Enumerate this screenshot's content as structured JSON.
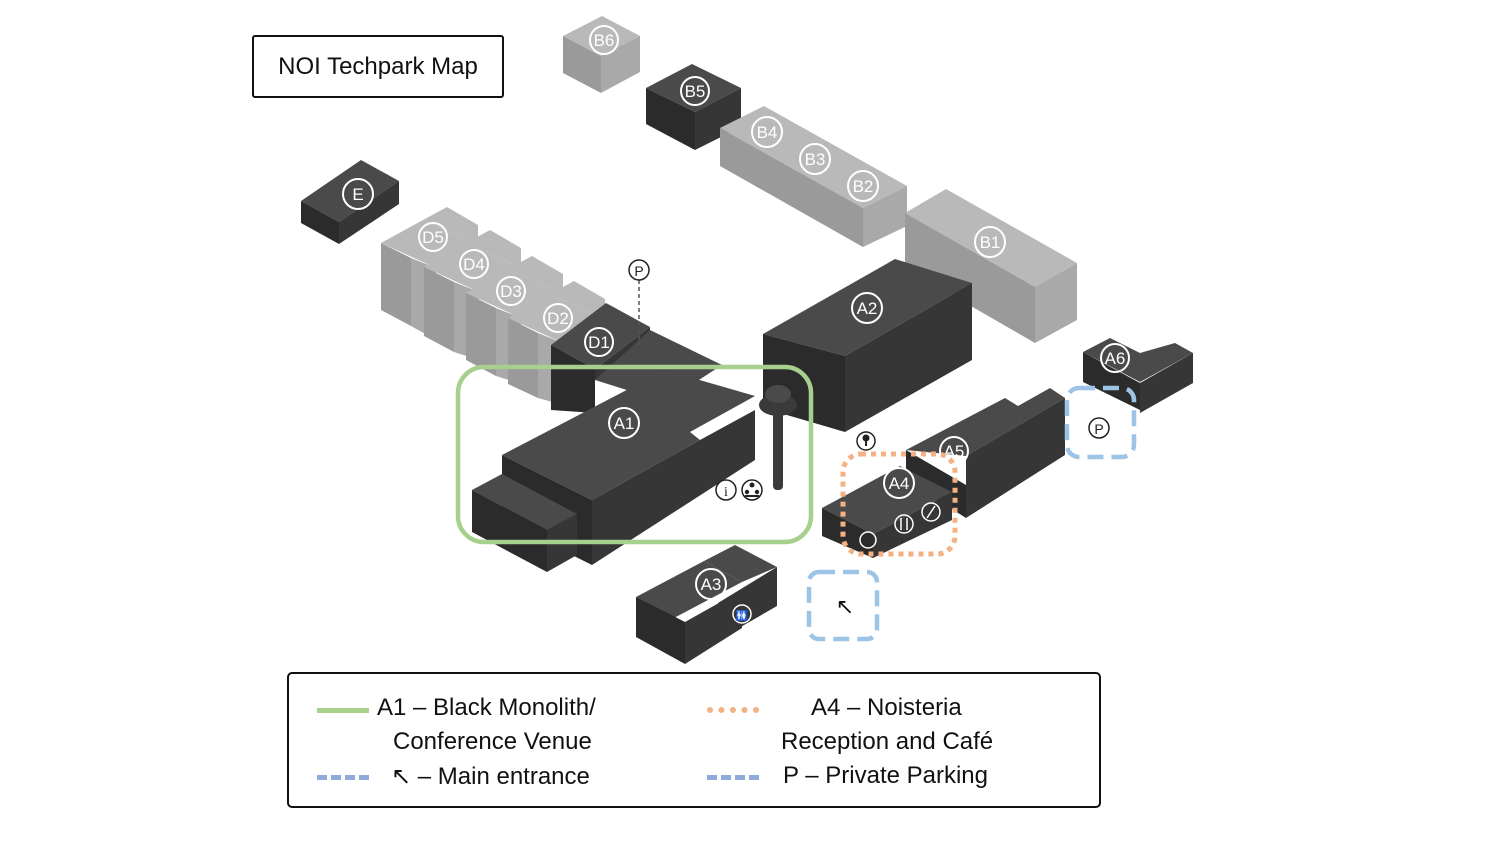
{
  "title": "NOI Techpark Map",
  "buildings": {
    "E": "E",
    "D1": "D1",
    "D2": "D2",
    "D3": "D3",
    "D4": "D4",
    "D5": "D5",
    "B1": "B1",
    "B2": "B2",
    "B3": "B3",
    "B4": "B4",
    "B5": "B5",
    "B6": "B6",
    "A1": "A1",
    "A2": "A2",
    "A3": "A3",
    "A4": "A4",
    "A5": "A5",
    "A6": "A6"
  },
  "map_icons": {
    "parking_marker": "P",
    "parking_marker_a6": "P",
    "entrance_arrow": "↖"
  },
  "colors": {
    "building_dark": "#3b3b3b",
    "building_light": "#a7a7a7",
    "conference_highlight": "#a8d08d",
    "noisteria_highlight": "#f4b183",
    "entrance_highlight": "#9dc3e6",
    "parking_highlight": "#9dc3e6",
    "legend_blue": "#8faadc"
  },
  "legend": {
    "item1_line1": "A1 – Black Monolith/",
    "item1_line2": "Conference Venue",
    "item2_line1": "A4 – Noisteria",
    "item2_line2": "Reception and Café",
    "item3": "↖ – Main entrance",
    "item4": "P  – Private Parking"
  }
}
